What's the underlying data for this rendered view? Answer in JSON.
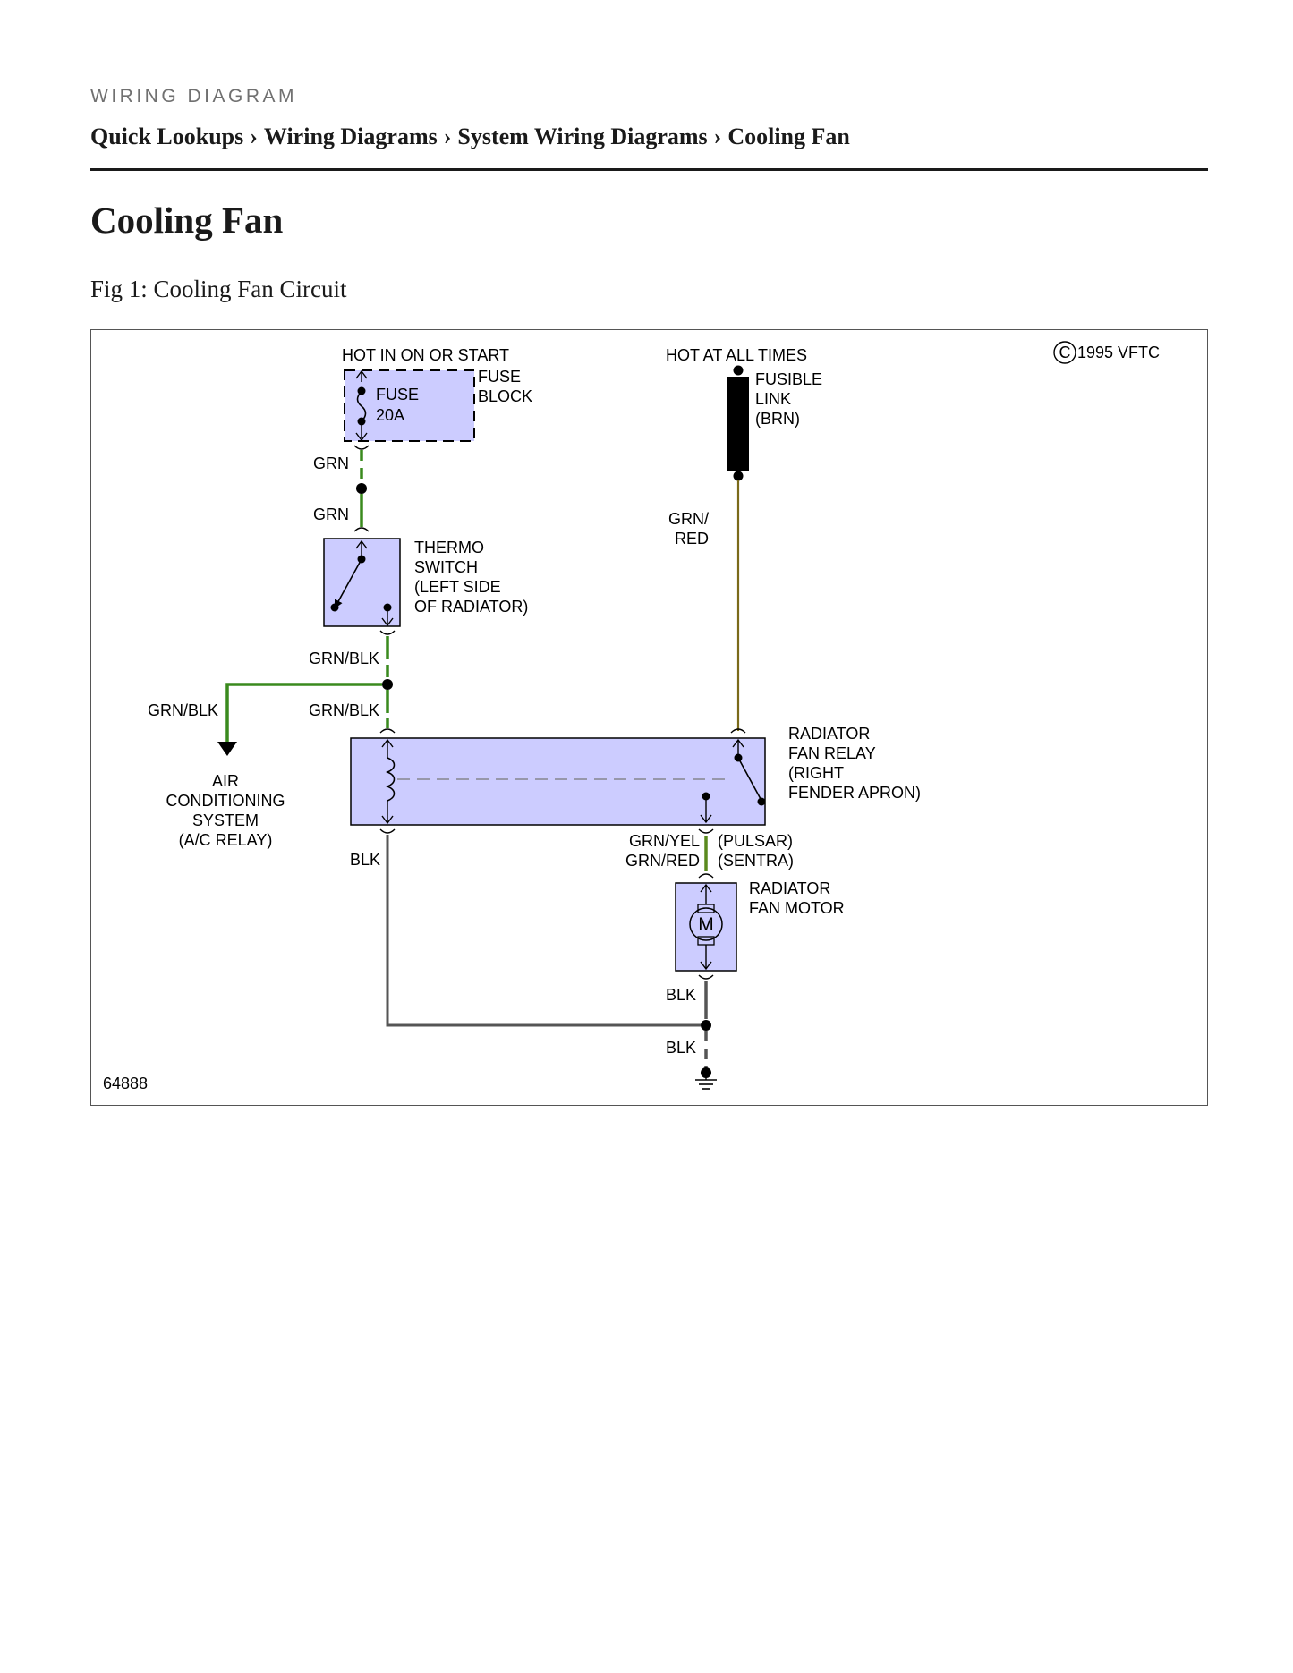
{
  "header": {
    "eyebrow": "WIRING DIAGRAM",
    "breadcrumb": [
      {
        "label": "Quick Lookups"
      },
      {
        "label": "Wiring Diagrams"
      },
      {
        "label": "System Wiring Diagrams"
      },
      {
        "label": "Cooling Fan"
      }
    ],
    "separator": "›"
  },
  "page": {
    "title": "Cooling Fan",
    "figure_caption": "Fig 1: Cooling Fan Circuit"
  },
  "diagram": {
    "copyright_symbol": "C",
    "copyright_text": "1995 VFTC",
    "figure_number": "64888",
    "power_sources": {
      "ign": "HOT IN ON OR START",
      "batt": "HOT AT ALL TIMES"
    },
    "components": {
      "fuse": {
        "line1": "FUSE",
        "line2": "20A"
      },
      "fuse_block": {
        "line1": "FUSE",
        "line2": "BLOCK"
      },
      "fusible_link": {
        "line1": "FUSIBLE",
        "line2": "LINK",
        "line3": "(BRN)"
      },
      "thermo_switch": {
        "line1": "THERMO",
        "line2": "SWITCH",
        "line3": "(LEFT SIDE",
        "line4": "OF RADIATOR)"
      },
      "relay": {
        "line1": "RADIATOR",
        "line2": "FAN RELAY",
        "line3": "(RIGHT",
        "line4": "FENDER APRON)"
      },
      "ac": {
        "line1": "AIR",
        "line2": "CONDITIONING",
        "line3": "SYSTEM",
        "line4": "(A/C RELAY)"
      },
      "motor": {
        "line1": "RADIATOR",
        "line2": "FAN MOTOR",
        "symbol": "M"
      }
    },
    "wires": {
      "grn_top": "GRN",
      "grn_mid": "GRN",
      "grn_red_1": "GRN/",
      "grn_red_2": "RED",
      "grn_blk_switch": "GRN/BLK",
      "grn_blk_ac": "GRN/BLK",
      "grn_blk_relay": "GRN/BLK",
      "blk_left": "BLK",
      "grn_yel": "GRN/YEL",
      "grn_red_motor": "GRN/RED",
      "pulsar": "(PULSAR)",
      "sentra": "(SENTRA)",
      "blk_motor": "BLK",
      "blk_ground": "BLK"
    },
    "colors": {
      "component_fill": "#ccccff",
      "wire_green": "#3a8a1e",
      "wire_grn_red": "#7a6a1a",
      "wire_black": "#555555",
      "component_stroke": "#000000"
    }
  }
}
